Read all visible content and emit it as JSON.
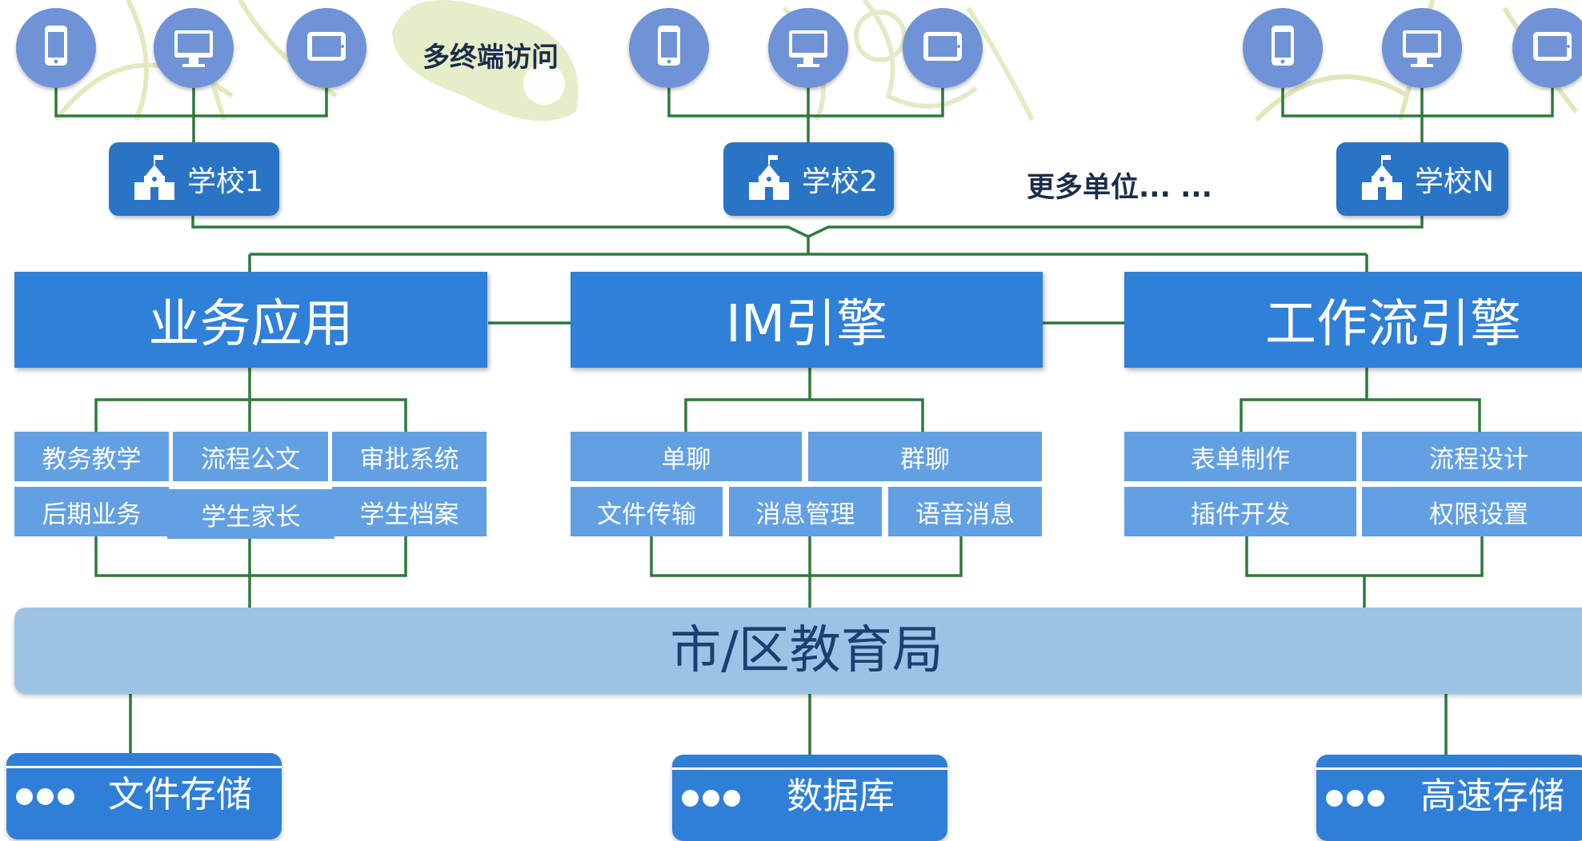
{
  "devices_label": "多终端访问",
  "more_units": "更多单位... ...",
  "schools": [
    {
      "label": "学校1"
    },
    {
      "label": "学校2"
    },
    {
      "label": "学校N"
    }
  ],
  "engines": [
    {
      "title": "业务应用",
      "modules": [
        "教务教学",
        "流程公文",
        "审批系统",
        "后期业务",
        "学生家长",
        "学生档案"
      ]
    },
    {
      "title": "IM引擎",
      "modules": [
        "单聊",
        "群聊",
        "文件传输",
        "消息管理",
        "语音消息"
      ]
    },
    {
      "title": "工作流引擎",
      "modules": [
        "表单制作",
        "流程设计",
        "插件开发",
        "权限设置"
      ]
    }
  ],
  "bureau": "市/区教育局",
  "storage": [
    "文件存储",
    "数据库",
    "高速存储"
  ],
  "icons": [
    "phone-icon",
    "monitor-icon",
    "tablet-icon",
    "school-building-icon",
    "dots-icon"
  ],
  "colors": {
    "connector": "#2e7a3c",
    "school_box": "#2a74c5",
    "engine_box": "#2f80d8",
    "module_box": "#62a0e3",
    "bureau_box": "#9cc3e6",
    "device_circle": "#6f93d6"
  }
}
